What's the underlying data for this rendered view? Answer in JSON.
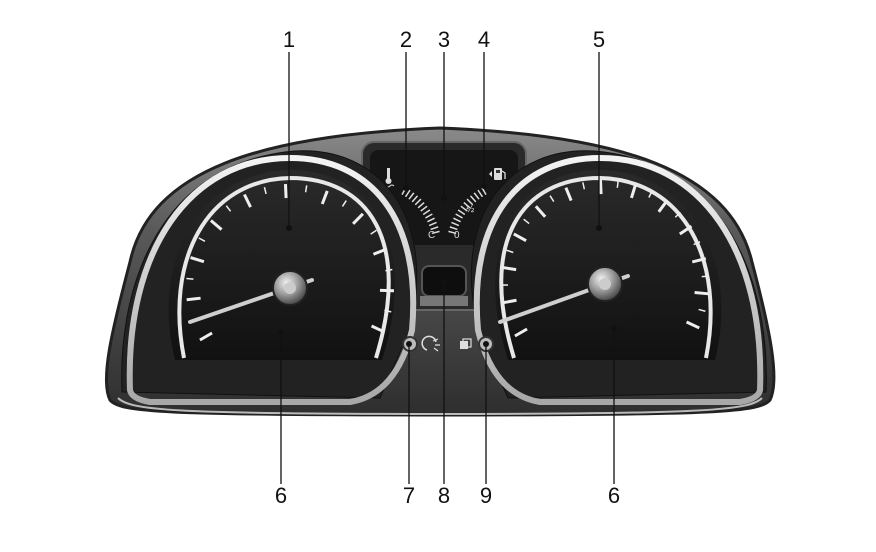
{
  "callouts": [
    {
      "id": "1",
      "label": "1"
    },
    {
      "id": "2",
      "label": "2"
    },
    {
      "id": "3",
      "label": "3"
    },
    {
      "id": "4",
      "label": "4"
    },
    {
      "id": "5",
      "label": "5"
    },
    {
      "id": "6",
      "label": "6"
    },
    {
      "id": "7",
      "label": "7"
    },
    {
      "id": "8",
      "label": "8"
    },
    {
      "id": "9",
      "label": "9"
    },
    {
      "id": "6b",
      "label": "6"
    }
  ],
  "gauge_labels": {
    "temp_cold": "C",
    "fuel_empty": "0",
    "fuel_half": "½"
  },
  "colors": {
    "housing": "#4a4a4a",
    "bezel": "#d9d9d9",
    "dial": "#1c1c1c",
    "ink": "#111111"
  },
  "icons": [
    "temperature-icon",
    "fuel-pump-icon",
    "trip-reset-icon",
    "dimmer-icon",
    "display-mode-icon"
  ]
}
